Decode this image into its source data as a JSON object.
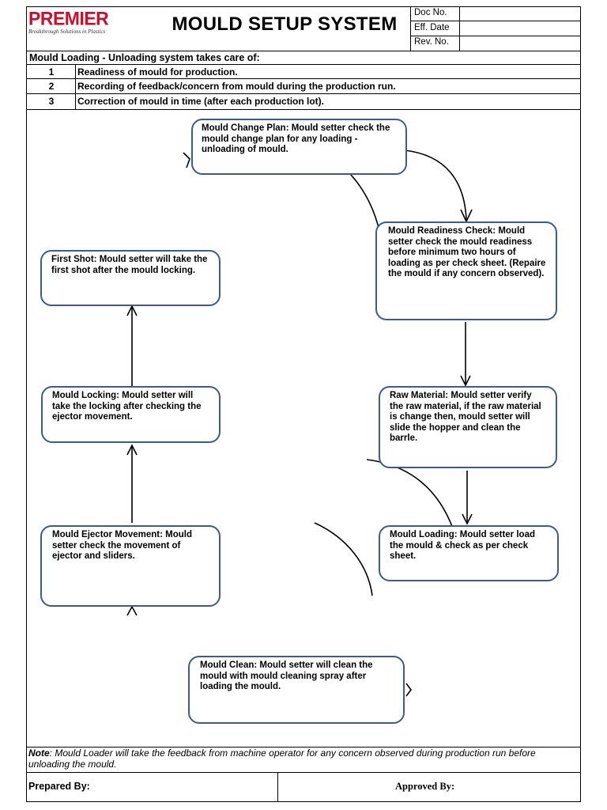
{
  "header": {
    "logo_word": "PREMIER",
    "logo_tagline": "Breakthrough Solutions in Plastics",
    "title": "MOULD SETUP SYSTEM",
    "meta": [
      {
        "label": "Doc No.",
        "value": ""
      },
      {
        "label": "Eff. Date",
        "value": ""
      },
      {
        "label": "Rev. No.",
        "value": ""
      }
    ]
  },
  "intro": {
    "heading": "Mould Loading - Unloading system takes care of:",
    "points": [
      {
        "num": "1",
        "text": "Readiness of mould for production."
      },
      {
        "num": "2",
        "text": "Recording of feedback/concern from mould during the production run."
      },
      {
        "num": "3",
        "text": "Correction of mould in time (after each production lot)."
      }
    ]
  },
  "steps": {
    "change_plan": {
      "title": "Mould Change Plan:",
      "text": " Mould setter check the mould change plan for any loading - unloading of mould."
    },
    "readiness": {
      "title": "Mould Readiness Check:",
      "text": " Mould setter check the mould readiness before minimum two hours of loading as per check sheet. (Repaire the mould if any concern observed)."
    },
    "raw_material": {
      "title": "Raw Material:",
      "text": " Mould setter verify the raw material, if the raw material is change then, mould setter will slide the hopper and clean the barrle."
    },
    "loading": {
      "title": "Mould Loading:",
      "text": " Mould setter load the mould & check as per check sheet."
    },
    "clean": {
      "title": "Mould Clean:",
      "text": " Mould setter will clean the mould with mould cleaning spray after loading the mould."
    },
    "ejector": {
      "title": "Mould Ejector Movement:",
      "text": " Mould setter check the movement of ejector and sliders."
    },
    "locking": {
      "title": "Mould Locking:",
      "text": " Mould setter will take the locking after checking the ejector movement."
    },
    "first_shot": {
      "title": "First Shot:",
      "text": " Mould setter will take the first shot after the mould locking."
    }
  },
  "note": {
    "label": "Note",
    "text": ": Mould Loader will take the feedback from machine operator for any concern observed during production run before unloading the mould."
  },
  "footer": {
    "prepared_by": "Prepared By:",
    "approved_by": "Approved By:"
  },
  "colors": {
    "logo_red": "#c8102e",
    "box_border": "#3b5c8c"
  }
}
